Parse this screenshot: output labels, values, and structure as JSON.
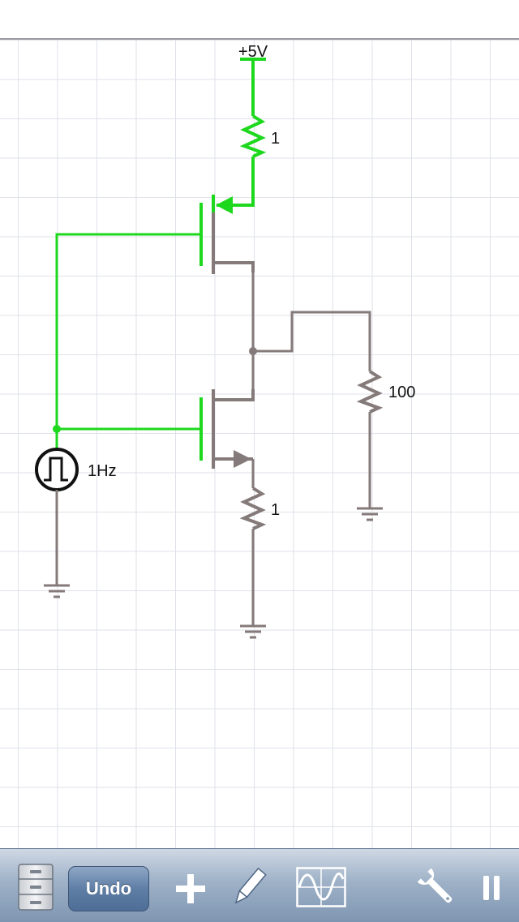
{
  "circuit": {
    "supply_label": "+5V",
    "top_resistor_label": "1",
    "bottom_resistor_label": "1",
    "load_resistor_label": "100",
    "source_label": "1Hz"
  },
  "toolbar": {
    "undo_label": "Undo",
    "items": [
      "file-cabinet-icon",
      "add-icon",
      "pencil-icon",
      "scope-icon",
      "wrench-icon",
      "pause-icon"
    ]
  },
  "colors": {
    "active_wire": "#1ed81e",
    "inactive_wire": "#857a7a",
    "grid": "#dfe2ea",
    "toolbar": "#8ea3bd"
  }
}
